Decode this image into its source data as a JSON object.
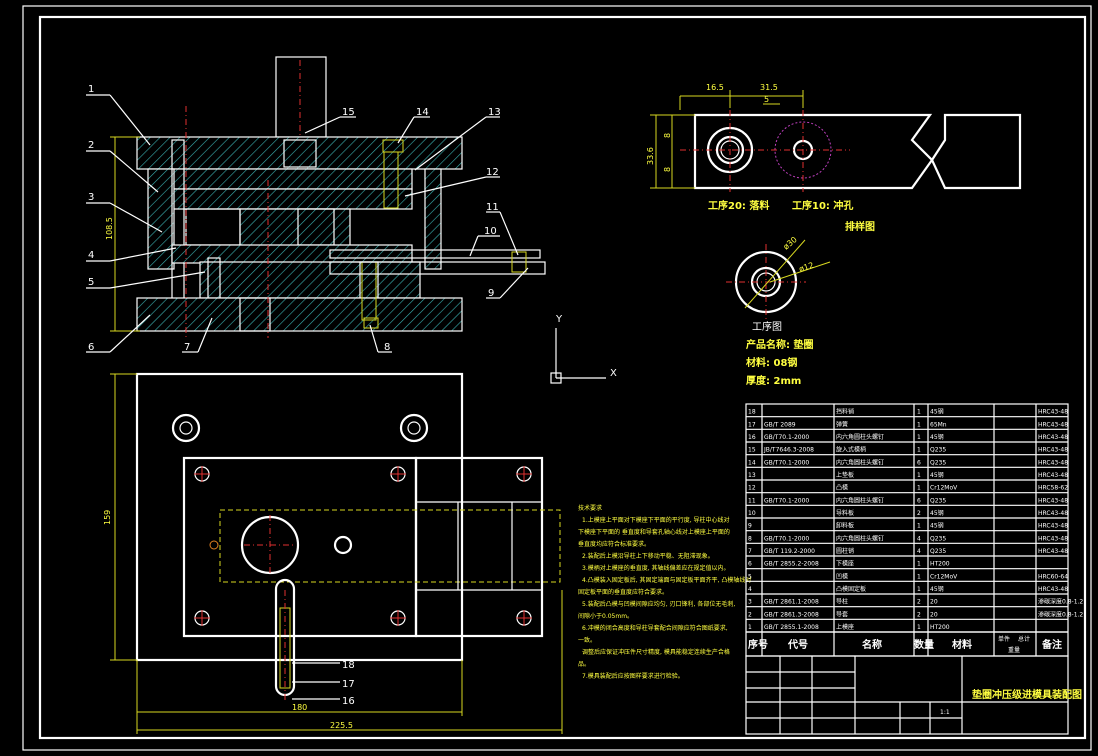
{
  "part_labels": [
    "1",
    "2",
    "3",
    "4",
    "5",
    "6",
    "7",
    "8",
    "9",
    "10",
    "11",
    "12",
    "13",
    "14",
    "15",
    "16",
    "17",
    "18"
  ],
  "dims": {
    "height_main": "108.5",
    "top_a": "16.5",
    "top_b": "31.5",
    "top_c": "5",
    "strip_h": "33.6",
    "strip_1": "8",
    "strip_2": "8",
    "plan_h": "159",
    "plan_w1": "180",
    "plan_w2": "225.5",
    "dia_outer": "ø30",
    "dia_inner": "ø12"
  },
  "axis": {
    "y": "Y",
    "x": "X"
  },
  "strip": {
    "step1": "工序20: 落料",
    "step2": "工序10: 冲孔",
    "title": "排样图"
  },
  "workpiece": {
    "title": "工序图",
    "name": "产品名称: 垫圈",
    "material": "材料: 08钢",
    "thickness": "厚度: 2mm"
  },
  "notes": {
    "title": "技术要求",
    "lines": [
      "1.上模座上平面对下模座下平面的平行度, 导柱中心线对",
      "下模座下平面的    垂直度和导套孔轴心线对上模座上平面的",
      "垂直度均应符合标准要求。",
      "2.装配后上模沿导柱上下移动平稳、无阻滞现象。",
      "3.模柄对上模座的垂直度, 其轴线偏差应在规定值以内。",
      "4.凸模装入固定板后, 其固定端面与固定板平面齐平, 凸模轴线对",
      "固定板平面的垂直度应符合要求。",
      "5.装配后凸模与凹模间隙应均匀, 刃口锋利, 各部位无毛刺,",
      "间隙小于0.05mm。",
      "6.冲模的闭合高度和导柱导套配合间隙应符合图纸要求,",
      "一致。",
      "调整后应保证冲压件尺寸精度, 模具能稳定连续生产合格",
      "品。",
      "7.模具装配后应按图样要求进行检验。"
    ]
  },
  "bom": {
    "headers": [
      "序号",
      "代号",
      "名称",
      "数量",
      "材料",
      "单件",
      "总计",
      "重量",
      "备注"
    ],
    "rows": [
      [
        "18",
        "",
        "挡料销",
        "1",
        "45钢",
        "",
        "HRC43-48"
      ],
      [
        "17",
        "GB/T 2089",
        "弹簧",
        "1",
        "65Mn",
        "",
        "HRC43-48"
      ],
      [
        "16",
        "GB/T70.1-2000",
        "内六角圆柱头螺钉",
        "1",
        "45钢",
        "",
        "HRC43-48"
      ],
      [
        "15",
        "JB/T7646.3-2008",
        "旋入式模柄",
        "1",
        "Q235",
        "",
        "HRC43-48"
      ],
      [
        "14",
        "GB/T70.1-2000",
        "内六角圆柱头螺钉",
        "6",
        "Q235",
        "",
        "HRC43-48"
      ],
      [
        "13",
        "",
        "上垫板",
        "1",
        "45钢",
        "",
        "HRC43-48"
      ],
      [
        "12",
        "",
        "凸模",
        "1",
        "Cr12MoV",
        "",
        "HRC58-62"
      ],
      [
        "11",
        "GB/T70.1-2000",
        "内六角圆柱头螺钉",
        "6",
        "Q235",
        "",
        "HRC43-48"
      ],
      [
        "10",
        "",
        "导料板",
        "2",
        "45钢",
        "",
        "HRC43-48"
      ],
      [
        "9",
        "",
        "卸料板",
        "1",
        "45钢",
        "",
        "HRC43-48"
      ],
      [
        "8",
        "GB/T70.1-2000",
        "内六角圆柱头螺钉",
        "4",
        "Q235",
        "",
        "HRC43-48"
      ],
      [
        "7",
        "GB/T 119.2-2000",
        "圆柱销",
        "4",
        "Q235",
        "",
        "HRC43-48"
      ],
      [
        "6",
        "GB/T 2855.2-2008",
        "下模座",
        "1",
        "HT200",
        "",
        ""
      ],
      [
        "5",
        "",
        "凹模",
        "1",
        "Cr12MoV",
        "",
        "HRC60-64"
      ],
      [
        "4",
        "",
        "凸模固定板",
        "1",
        "45钢",
        "",
        "HRC43-48"
      ],
      [
        "3",
        "GB/T 2861.1-2008",
        "导柱",
        "2",
        "20",
        "",
        "渗碳深度0.8-1.2"
      ],
      [
        "2",
        "GB/T 2861.3-2008",
        "导套",
        "2",
        "20",
        "",
        "渗碳深度0.8-1.2"
      ],
      [
        "1",
        "GB/T 2855.1-2008",
        "上模座",
        "1",
        "HT200",
        "",
        ""
      ]
    ]
  },
  "title_block": {
    "drawing_title": "垫圈冲压级进模具装配图",
    "scale_label": "1:1"
  }
}
